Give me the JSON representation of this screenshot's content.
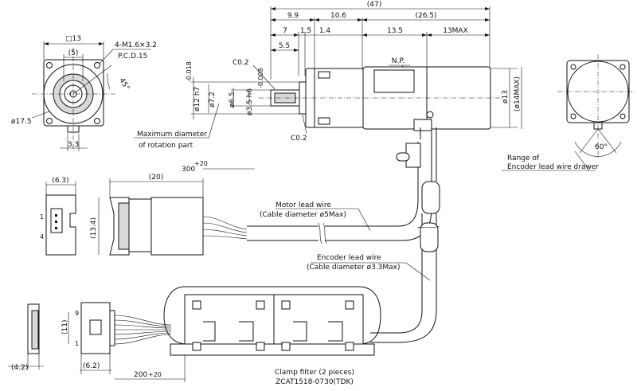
{
  "dims": {
    "overall": "(47)",
    "d_9_9": "9.9",
    "d_10_6": "10.6",
    "d_26_5": "(26.5)",
    "d_7": "7",
    "d_1_5": "1.5",
    "d_1_4": "1.4",
    "d_13_5": "13.5",
    "d_13max": "13MAX",
    "d_5_5": "5.5",
    "np": "N.P.",
    "c02_top": "C0.2",
    "c02_bot": "C0.2",
    "phi12": "ø12 h7",
    "phi12_tol": "-0.018",
    "phi7_2": "ø7.2",
    "phi6_5": "ø6.5",
    "phi3_5": "ø3.5 h6",
    "phi3_5_tol": "-0.008",
    "phi13": "ø13",
    "phi14max": "(ø14MAX)",
    "front_13": "□13",
    "front_5": "(5)",
    "front_screw": "4-M1.6×3.2",
    "front_pcd": "P.C.D.15",
    "front_angle": "45°",
    "front_17_5": "ø17.5",
    "front_3_3": "3.3",
    "max_rot_1": "Maximum diameter",
    "max_rot_2": "of rotation part",
    "rear_angle": "60°",
    "range_1": "Range of",
    "range_2": "Encoder lead wire drawer",
    "conn1_w": "(6.3)",
    "conn1_len": "(20)",
    "conn1_h": "(13.4)",
    "pin_1": "1",
    "pin_4": "4",
    "cable_300": "300",
    "cable_300_tol": "+20",
    "motor_lead_1": "Motor lead wire",
    "motor_lead_2": "(Cable diameter ø5Max)",
    "enc_lead_1": "Encoder lead wire",
    "enc_lead_2": "(Cable diameter ø3.3Max)",
    "conn2_w": "(4.2)",
    "conn2_w2": "(6.2)",
    "conn2_h": "(11)",
    "pin_9": "9",
    "pin_1b": "1",
    "cable_200": "200",
    "cable_200_tol": "+20",
    "clamp_1": "Clamp filter (2 pieces)",
    "clamp_2": "ZCAT1518-0730(TDK)"
  }
}
